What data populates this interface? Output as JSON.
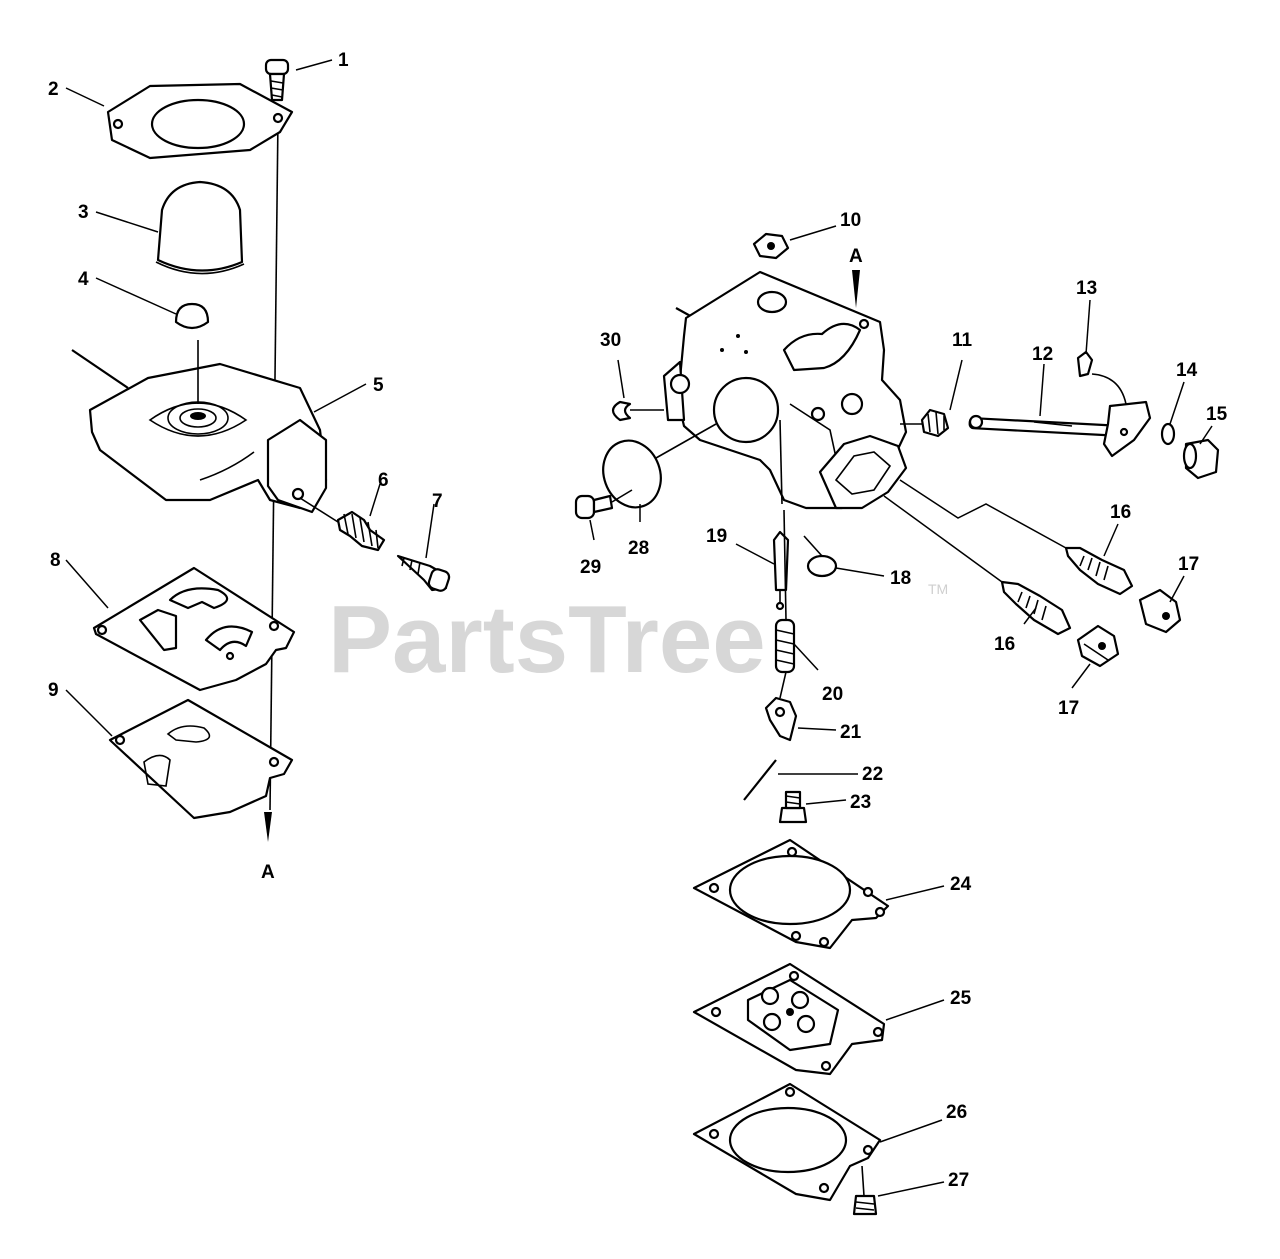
{
  "watermark": {
    "text": "PartsTree",
    "trademark": "TM"
  },
  "alignment_marks": [
    "A",
    "A"
  ],
  "callouts": [
    "1",
    "2",
    "3",
    "4",
    "5",
    "6",
    "7",
    "8",
    "9",
    "10",
    "11",
    "12",
    "13",
    "14",
    "15",
    "16",
    "16",
    "17",
    "17",
    "18",
    "19",
    "20",
    "21",
    "22",
    "23",
    "24",
    "25",
    "26",
    "27",
    "28",
    "29",
    "30"
  ]
}
